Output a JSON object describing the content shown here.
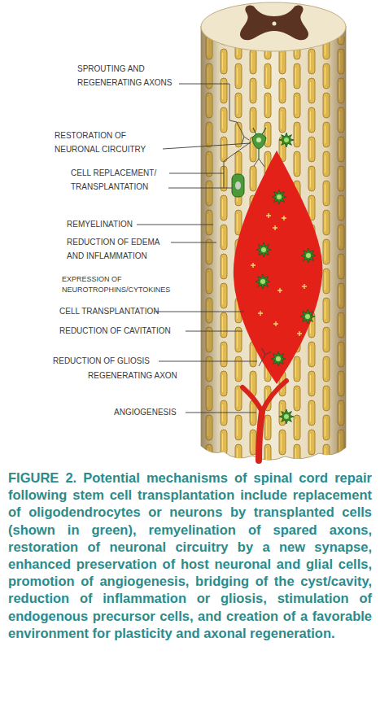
{
  "diagram": {
    "caption": "FIGURE 2. Potential mechanisms of spinal cord repair following stem cell transplantation include replacement of oligodendrocytes or neurons by transplanted cells (shown in green), remyelination of spared axons, restoration of neuronal circuitry by a new synapse, enhanced preservation of host neuronal and glial cells, promotion of angiogenesis, bridging of the cyst/cavity, reduction of inflammation or gliosis, stimulation of endogenous precursor cells, and creation of a favorable environment for plasticity and axonal regeneration.",
    "labels": [
      "SPROUTING AND REGENERATING AXONS",
      "RESTORATION OF NEURONAL CIRCUITRY",
      "CELL REPLACEMENT/ TRANSPLANTATION",
      "REMYELINATION",
      "REDUCTION OF EDEMA AND INFLAMMATION",
      "EXPRESSION OF NEUROTROPHINS/CYTOKINES",
      "CELL TRANSPLANTATION",
      "REDUCTION OF CAVITATION",
      "REDUCTION OF GLIOSIS",
      "REGENERATING AXON",
      "ANGIOGENESIS"
    ]
  }
}
